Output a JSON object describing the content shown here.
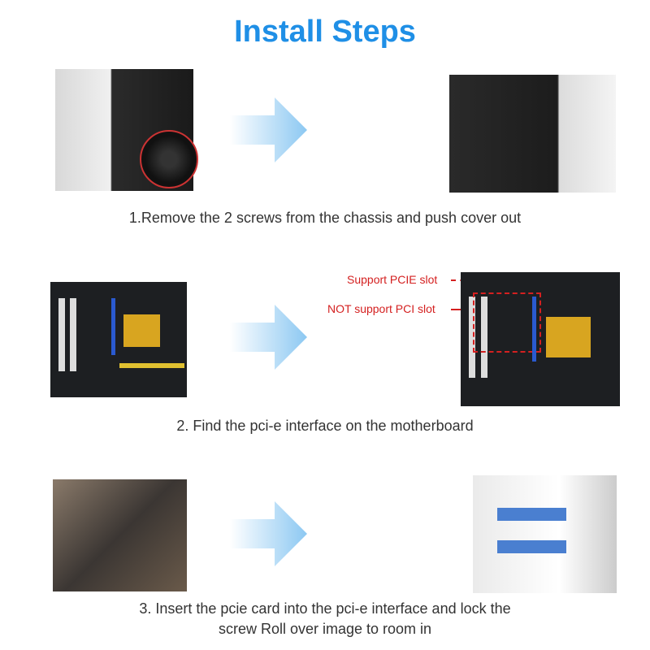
{
  "title": "Install Steps",
  "steps": [
    {
      "caption": "1.Remove the 2 screws from the chassis and push cover out"
    },
    {
      "caption": "2. Find the pci-e interface on the motherboard",
      "labels": {
        "pcie": "Support PCIE slot",
        "pci": "NOT support PCI slot"
      }
    },
    {
      "caption_line1": "3. Insert the pcie card into the pci-e interface and lock the",
      "caption_line2": "screw Roll over image to room in"
    }
  ],
  "colors": {
    "title": "#1f8fe6",
    "arrow": "#9fd3f5",
    "label": "#d42020"
  }
}
